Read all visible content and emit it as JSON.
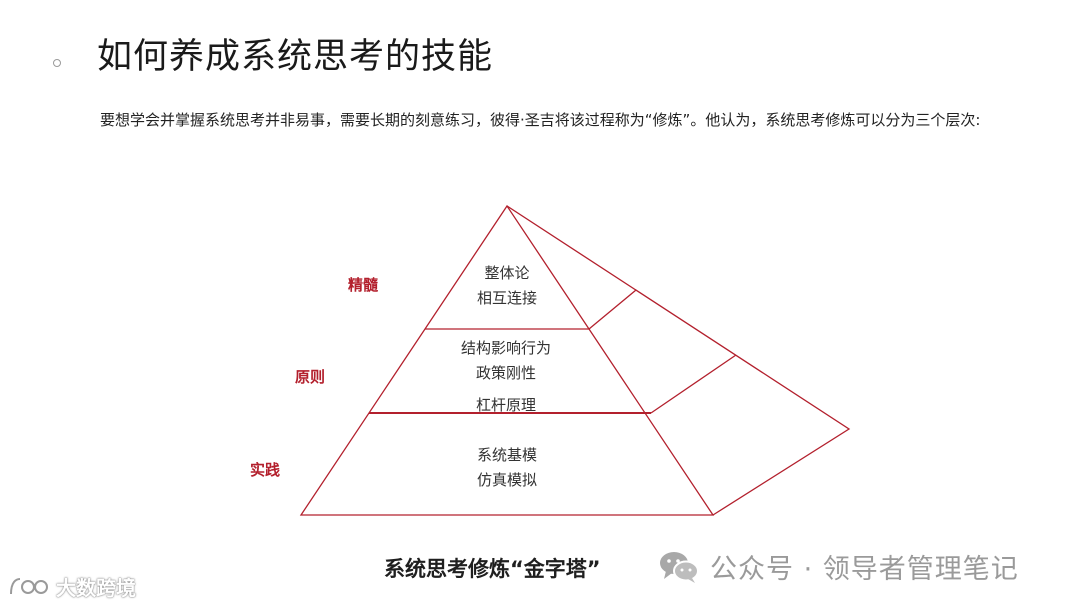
{
  "title": "如何养成系统思考的技能",
  "intro": "要想学会并掌握系统思考并非易事，需要长期的刻意练习，彼得·圣吉将该过程称为“修炼”。他认为，系统思考修炼可以分为三个层次:",
  "pyramid": {
    "layers": [
      {
        "label": "精髓",
        "lines": [
          "整体论",
          "相互连接"
        ]
      },
      {
        "label": "原则",
        "lines": [
          "结构影响行为",
          "政策刚性",
          "杠杆原理"
        ]
      },
      {
        "label": "实践",
        "lines": [
          "系统基模",
          "仿真模拟"
        ]
      }
    ],
    "line_color": "#b3202d",
    "label_color": "#b3202d"
  },
  "caption": "系统思考修炼“金字塔”",
  "watermark_wechat": "公众号 · 领导者管理笔记",
  "watermark_corner": "大数跨境"
}
